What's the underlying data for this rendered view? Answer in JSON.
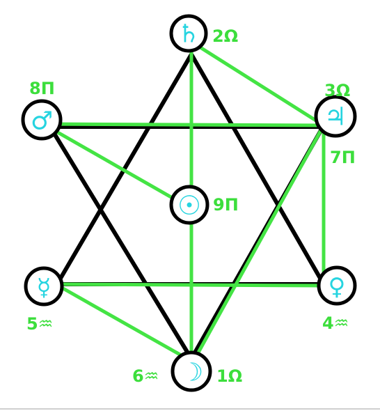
{
  "nodes": [
    {
      "id": "saturn",
      "symbol": "♄",
      "label": "2Ω",
      "icon": "saturn-icon"
    },
    {
      "id": "jupiter",
      "symbol": "♃",
      "label": "3Ω",
      "label2": "7Π",
      "icon": "jupiter-icon"
    },
    {
      "id": "venus",
      "symbol": "♀",
      "label": "4♒",
      "icon": "venus-icon"
    },
    {
      "id": "moon",
      "symbol": "☽",
      "label": "1Ω",
      "label2": "6♒",
      "icon": "moon-icon"
    },
    {
      "id": "mercury",
      "symbol": "☿",
      "label": "5♒",
      "icon": "mercury-icon"
    },
    {
      "id": "mars",
      "symbol": "♂",
      "label": "8Π",
      "icon": "mars-icon"
    },
    {
      "id": "sun",
      "symbol": "☉",
      "label": "9Π",
      "icon": "sun-icon"
    }
  ],
  "colors": {
    "glyph": "#26d4e0",
    "label": "#3cde3c",
    "path": "#44e444",
    "star": "#000000"
  }
}
